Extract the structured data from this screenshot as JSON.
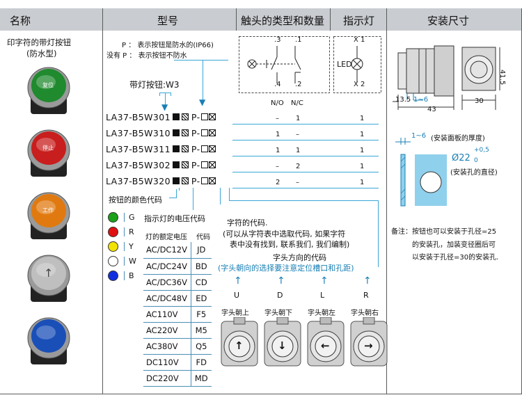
{
  "headers": {
    "name": "名称",
    "model": "型号",
    "contacts": "触头的类型和数量",
    "indicator": "指示灯",
    "install": "安装尺寸"
  },
  "product": {
    "name_line1": "印字符的带灯按钮",
    "name_line2": "(防水型)",
    "buttons": [
      {
        "label": "复位",
        "color": "#1f8a2e"
      },
      {
        "label": "停止",
        "color": "#c81e1e"
      },
      {
        "label": "工作",
        "color": "#e07a10"
      },
      {
        "label": "",
        "color": "#bfbfbf"
      },
      {
        "label": "",
        "color": "#1a4fb8"
      }
    ]
  },
  "model": {
    "p_note1": "P ： 表示按钮是防水的(IP66)",
    "p_note2": "没有 P ： 表示按钮不防水",
    "series_label": "带灯按钮:W3",
    "codes": [
      {
        "code": "LA37-B5W301",
        "tail": "P-",
        "no": "–",
        "nc": "1",
        "lamp": "1"
      },
      {
        "code": "LA37-B5W310",
        "tail": "P-",
        "no": "1",
        "nc": "–",
        "lamp": "1"
      },
      {
        "code": "LA37-B5W311",
        "tail": "P-",
        "no": "1",
        "nc": "1",
        "lamp": "1"
      },
      {
        "code": "LA37-B5W302",
        "tail": "P-",
        "no": "–",
        "nc": "2",
        "lamp": "1"
      },
      {
        "code": "LA37-B5W320",
        "tail": "P-",
        "no": "2",
        "nc": "–",
        "lamp": "1"
      }
    ],
    "color_code_label": "按钮的颜色代码",
    "voltage_code_label": "指示灯的电压代码",
    "char_code_label": "字符的代码.",
    "char_code_note1": "(可以从字符表中选取代码, 如果字符",
    "char_code_note2": "表中没有找到, 联系我们, 我们编制)",
    "direction_code_label": "字头方向的代码",
    "direction_code_note": "(字头朝向的选择要注意定位槽口和孔距)",
    "colors": [
      {
        "code": "G",
        "hex": "#1aa01a"
      },
      {
        "code": "R",
        "hex": "#e01010"
      },
      {
        "code": "Y",
        "hex": "#f2e200"
      },
      {
        "code": "W",
        "hex": "#ffffff"
      },
      {
        "code": "B",
        "hex": "#1030e0"
      }
    ],
    "voltage_header": {
      "v": "灯的额定电压",
      "c": "代码"
    },
    "voltages": [
      {
        "v": "AC/DC12V",
        "c": "JD"
      },
      {
        "v": "AC/DC24V",
        "c": "BD"
      },
      {
        "v": "AC/DC36V",
        "c": "CD"
      },
      {
        "v": "AC/DC48V",
        "c": "ED"
      },
      {
        "v": "AC110V",
        "c": "F5"
      },
      {
        "v": "AC220V",
        "c": "M5"
      },
      {
        "v": "AC380V",
        "c": "Q5"
      },
      {
        "v": "DC110V",
        "c": "FD"
      },
      {
        "v": "DC220V",
        "c": "MD"
      }
    ],
    "directions": [
      {
        "letter": "U",
        "label": "字头朝上",
        "arrow": "↑"
      },
      {
        "letter": "D",
        "label": "字头朝下",
        "arrow": "↓"
      },
      {
        "letter": "L",
        "label": "字头朝左",
        "arrow": "←"
      },
      {
        "letter": "R",
        "label": "字头朝右",
        "arrow": "→"
      }
    ]
  },
  "contacts": {
    "t3": ".3",
    "t1": ".1",
    "t4": ".4",
    "t2": ".2",
    "no_label": "N/O",
    "nc_label": "N/C"
  },
  "indicator": {
    "x1": "X 1",
    "x2": "X 2",
    "led": "LED"
  },
  "install": {
    "dim_h": "41.5",
    "dim_a": "13.5",
    "dim_b": "1~6",
    "dim_c": "43",
    "dim_d": "30",
    "panel_dim": "1~6",
    "panel_note": "(安装面板的厚度)",
    "hole_dia": "Ø22",
    "tol_plus": "+0,5",
    "tol_zero": "0",
    "hole_note": "(安装孔的直径)",
    "remark1": "备注：按钮也可以安装于孔径=25",
    "remark2": "的安装孔，加装变径圈后可",
    "remark3": "以安装于孔径=30的安装孔."
  }
}
